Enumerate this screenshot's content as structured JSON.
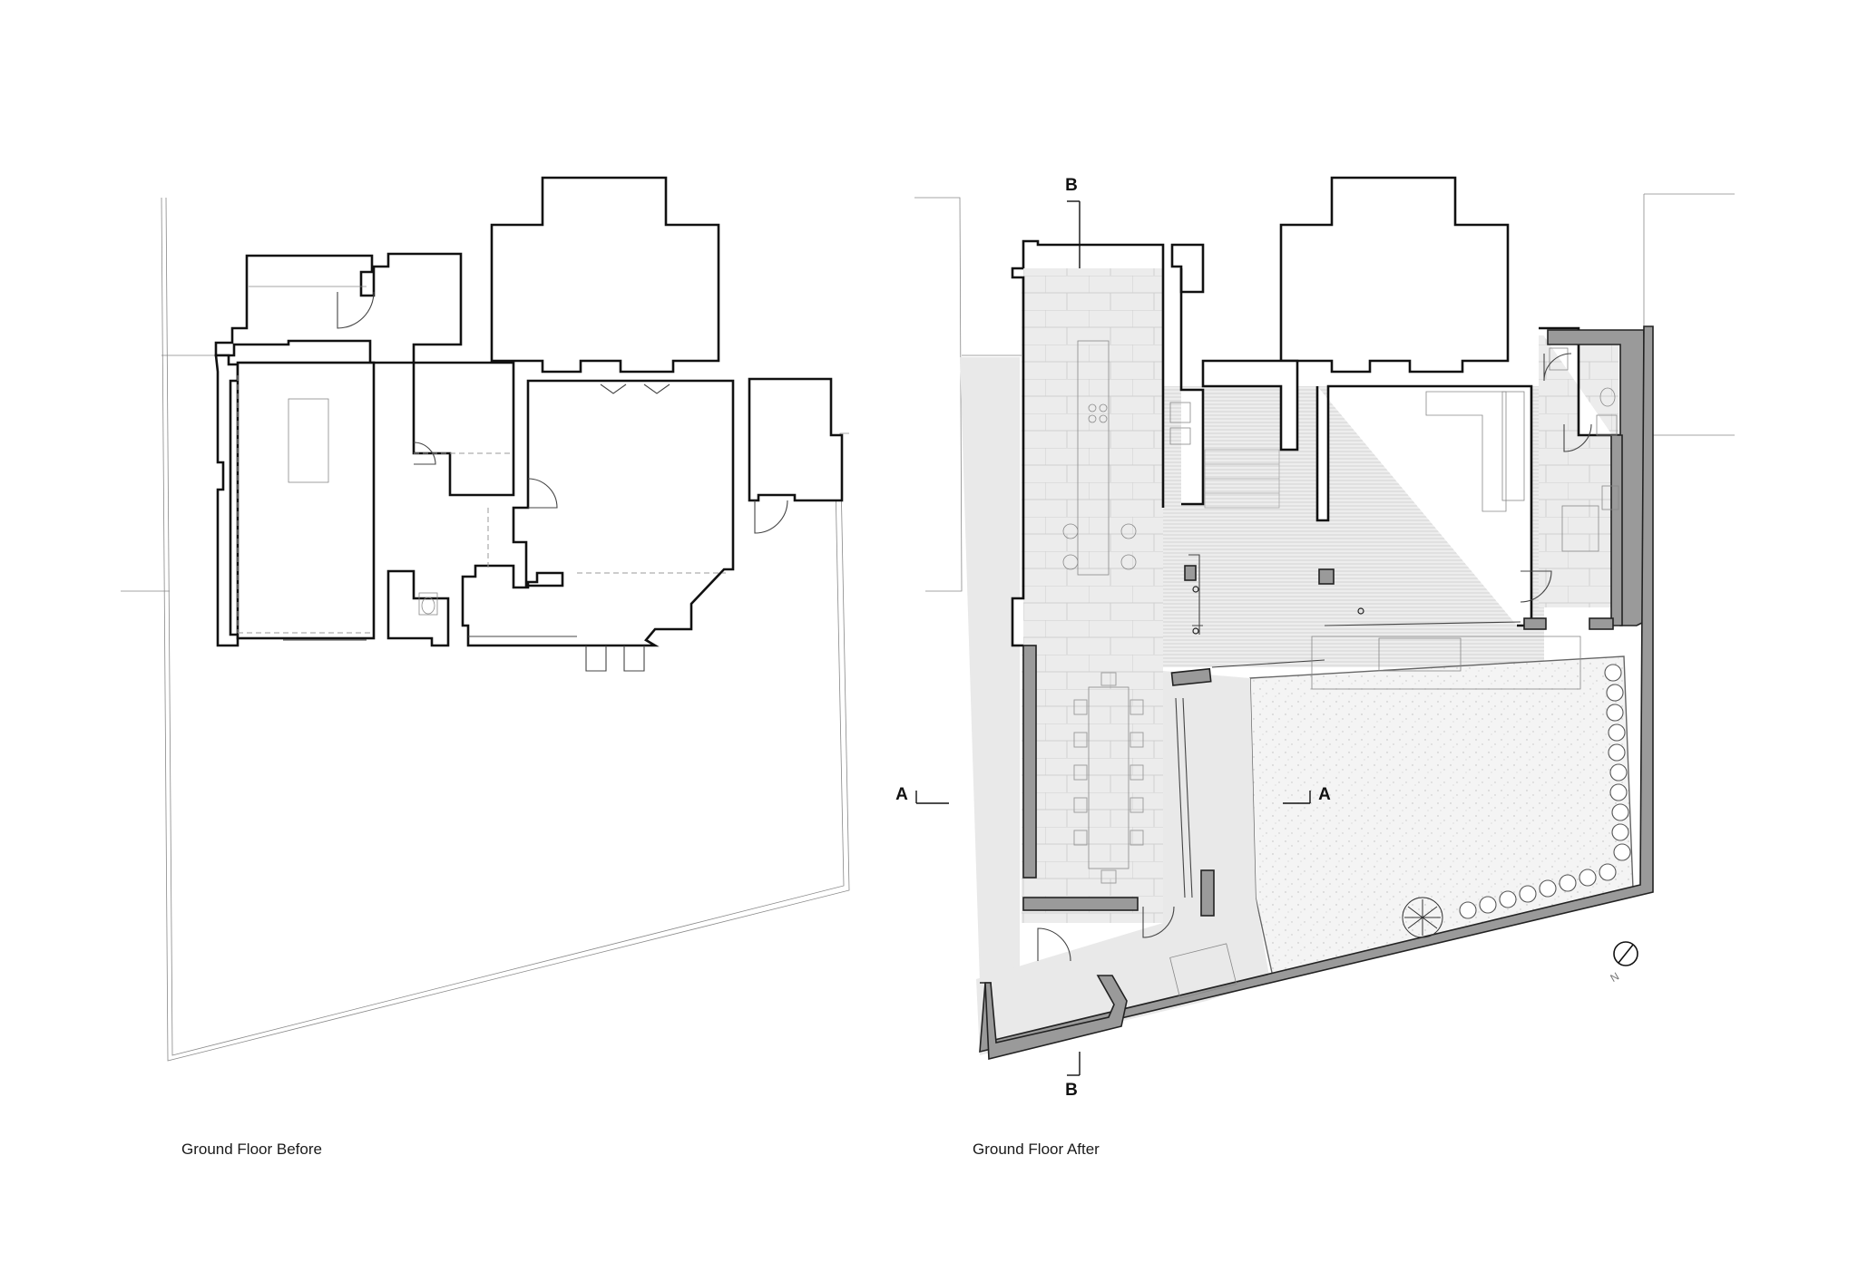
{
  "captions": {
    "before": "Ground Floor Before",
    "after": "Ground Floor After"
  },
  "section_marks": {
    "a_left": "A",
    "a_right": "A",
    "b_top": "B",
    "b_bottom": "B"
  },
  "north_arrow": {
    "label": "N"
  },
  "colors": {
    "line": "#111111",
    "floor_tone": "#e9e9e9",
    "new_wall": "#9a9a9a",
    "garden": "#f3f3f3"
  }
}
